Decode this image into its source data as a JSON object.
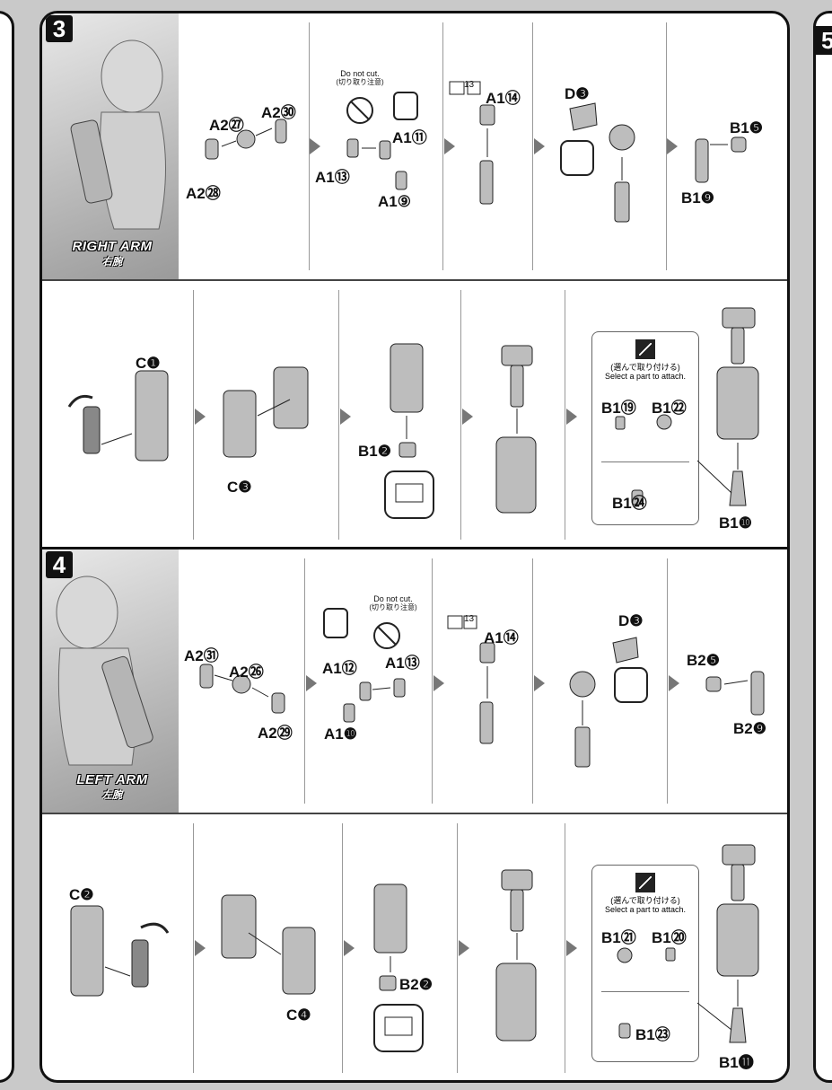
{
  "page": {
    "left_edge_step": "",
    "right_edge_step": "5"
  },
  "step3": {
    "number": "3",
    "title_en": "RIGHT ARM",
    "title_ja": "右腕",
    "row1": {
      "cell1": {
        "labels": [
          "A2㉗",
          "A2㉚",
          "A2㉘"
        ]
      },
      "cell2": {
        "note_en": "Do not cut.",
        "note_ja": "(切り取り注意)",
        "labels": [
          "A1⑪",
          "A1⑬",
          "A1⑨"
        ]
      },
      "cell3": {
        "sheet_number": "13",
        "labels": [
          "A1⑭"
        ]
      },
      "cell4": {
        "labels": [
          "D❸"
        ]
      },
      "cell5": {
        "labels": [
          "B1❺",
          "B1❾"
        ]
      }
    },
    "row2": {
      "cell1": {
        "labels": [
          "C❶"
        ]
      },
      "cell2": {
        "labels": [
          "C❸"
        ]
      },
      "cell3": {
        "labels": [
          "B1❷"
        ]
      },
      "cell5": {
        "select_ja": "(選んで取り付ける)",
        "select_en": "Select a part to attach.",
        "options_top": [
          "B1⑲",
          "B1㉒"
        ],
        "options_bottom": [
          "B1㉔"
        ],
        "label": "B1❿"
      }
    }
  },
  "step4": {
    "number": "4",
    "title_en": "LEFT ARM",
    "title_ja": "左腕",
    "row1": {
      "cell1": {
        "labels": [
          "A2㉛",
          "A2㉖",
          "A2㉙"
        ]
      },
      "cell2": {
        "note_en": "Do not cut.",
        "note_ja": "(切り取り注意)",
        "labels": [
          "A1⑫",
          "A1⑬",
          "A1❿"
        ]
      },
      "cell3": {
        "sheet_number": "13",
        "labels": [
          "A1⑭"
        ]
      },
      "cell4": {
        "labels": [
          "D❸"
        ]
      },
      "cell5": {
        "labels": [
          "B2❺",
          "B2❾"
        ]
      }
    },
    "row2": {
      "cell1": {
        "labels": [
          "C❷"
        ]
      },
      "cell2": {
        "labels": [
          "C❹"
        ]
      },
      "cell3": {
        "labels": [
          "B2❷"
        ]
      },
      "cell5": {
        "select_ja": "(選んで取り付ける)",
        "select_en": "Select a part to attach.",
        "options_top": [
          "B1㉑",
          "B1⑳"
        ],
        "options_bottom": [
          "B1㉓"
        ],
        "label": "B1⓫"
      }
    }
  },
  "colors": {
    "border": "#111111",
    "background": "#c9c9c9",
    "panel": "#ffffff",
    "part_fill": "#bdbdbd",
    "step_arrow": "#777777"
  }
}
